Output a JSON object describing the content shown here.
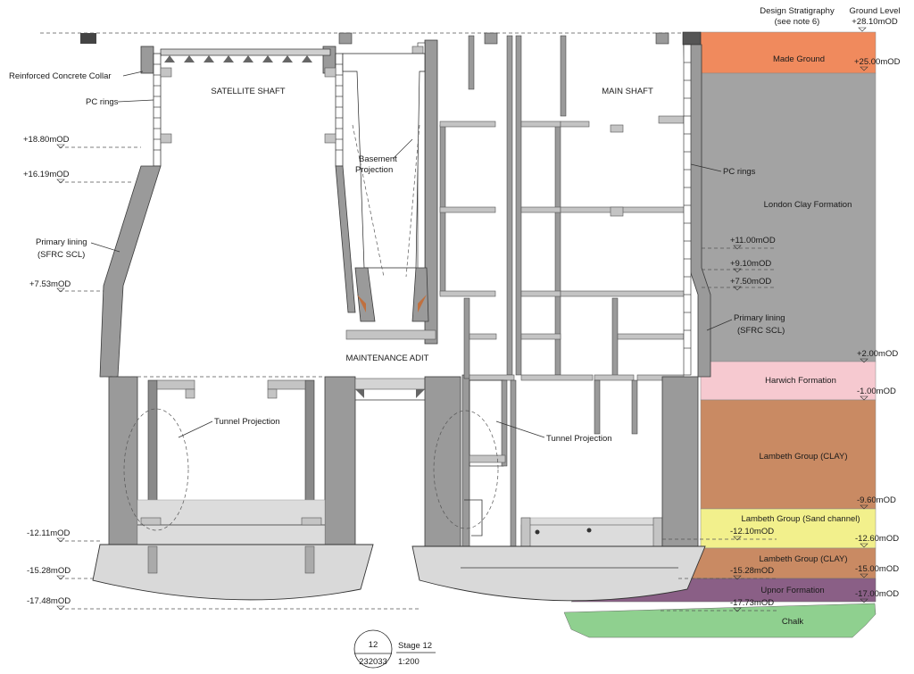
{
  "header": {
    "design_stratigraphy": "Design Stratigraphy",
    "see_note": "(see note 6)",
    "ground_level_label": "Ground Level",
    "ground_level_value": "+28.10mOD"
  },
  "shaft_labels": {
    "satellite_shaft": "SATELLITE SHAFT",
    "main_shaft": "MAIN SHAFT",
    "maintenance_adit": "MAINTENANCE ADIT"
  },
  "annotations": {
    "collar": "Reinforced Concrete Collar",
    "pc_rings_left": "PC rings",
    "basement_projection_1": "Basement",
    "basement_projection_2": "Projection",
    "primary_lining_left_1": "Primary lining",
    "primary_lining_left_2": "(SFRC SCL)",
    "tunnel_projection_left": "Tunnel Projection",
    "tunnel_projection_right": "Tunnel Projection",
    "pc_rings_right": "PC rings",
    "primary_lining_right_1": "Primary lining",
    "primary_lining_right_2": "(SFRC SCL)"
  },
  "left_levels": [
    "+18.80mOD",
    "+16.19mOD",
    "+7.53mOD",
    "-12.11mOD",
    "-15.28mOD",
    "-17.48mOD"
  ],
  "main_shaft_levels": [
    "+11.00mOD",
    "+9.10mOD",
    "+7.50mOD",
    "-12.10mOD",
    "-15.28mOD",
    "-17.73mOD"
  ],
  "strata": [
    {
      "name": "Made Ground",
      "top_level": "",
      "color": "#f08a5d"
    },
    {
      "name": "London Clay Formation",
      "top_level": "+25.00mOD",
      "color": "#a3a3a3"
    },
    {
      "name": "Harwich Formation",
      "top_level": "+2.00mOD",
      "color": "#f6c9d0"
    },
    {
      "name": "Lambeth Group (CLAY)",
      "top_level": "-1.00mOD",
      "color": "#c98a63"
    },
    {
      "name": "Lambeth Group (Sand channel)",
      "top_level": "-9.60mOD",
      "color": "#f2f08c"
    },
    {
      "name": "Lambeth Group (CLAY)",
      "top_level": "-12.60mOD",
      "color": "#c98a63"
    },
    {
      "name": "Upnor Formation",
      "top_level": "-15.00mOD",
      "color": "#8a5f86"
    },
    {
      "name": "Chalk",
      "top_level": "-17.00mOD",
      "color": "#8fd08f"
    }
  ],
  "title_block": {
    "number": "12",
    "drawing_ref": "232033",
    "stage": "Stage 12",
    "scale": "1:200"
  }
}
